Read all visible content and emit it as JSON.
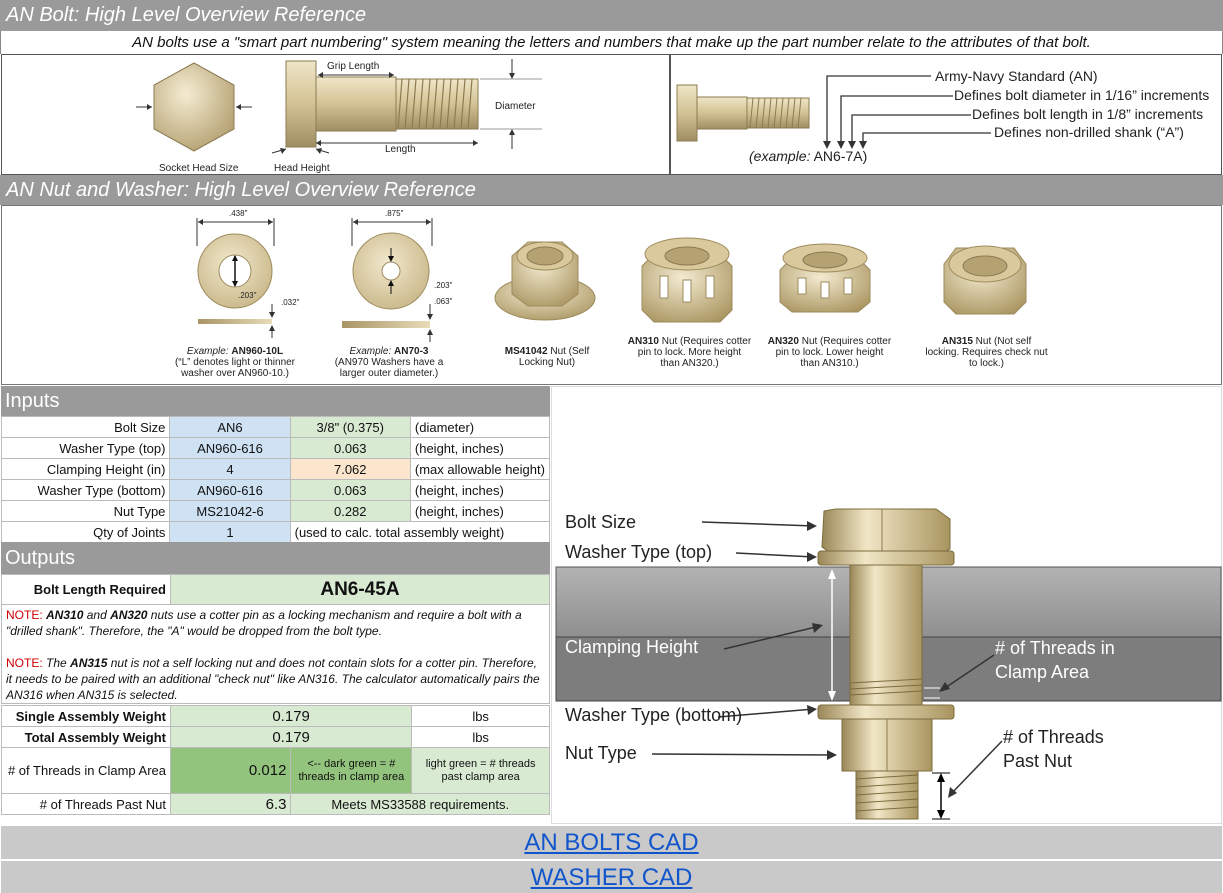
{
  "header1": "AN Bolt: High Level Overview Reference",
  "intro": "AN bolts use a \"smart part numbering\" system meaning the letters and numbers that make up the part number relate to the attributes of that bolt.",
  "bolt_left": {
    "grip_length": "Grip Length",
    "diameter": "Diameter",
    "length": "Length",
    "socket_head": "Socket Head Size",
    "head_height": "Head Height"
  },
  "bolt_right": {
    "army_navy": "Army-Navy Standard (AN)",
    "diameter_inc": "Defines bolt diameter in 1/16” increments",
    "length_inc": "Defines bolt length in 1/8” increments",
    "non_drilled": "Defines non-drilled shank (“A”)",
    "example_prefix": "(example:",
    "example_value": "AN6-7A)"
  },
  "header2": "AN Nut and Washer: High Level Overview Reference",
  "washers": {
    "w1_od": ".438\"",
    "w1_id": ".203\"",
    "w1_t": ".032\"",
    "w2_od": ".875\"",
    "w2_id": ".203\"",
    "w2_t": ".063\""
  },
  "nut_captions": [
    {
      "prefix": "Example:",
      "bold": "AN960-10L",
      "rest": "(“L” denotes light or thinner washer over AN960-10.)"
    },
    {
      "prefix": "Example:",
      "bold": "AN70-3",
      "rest": "(AN970 Washers have a larger outer diameter.)"
    },
    {
      "prefix": "",
      "bold": "MS41042",
      "rest": "Nut (Self Locking Nut)"
    },
    {
      "prefix": "",
      "bold": "AN310",
      "rest": "Nut (Requires cotter pin to lock. More height than AN320.)"
    },
    {
      "prefix": "",
      "bold": "AN320",
      "rest": "Nut (Requires cotter pin to lock. Lower height than AN310.)"
    },
    {
      "prefix": "",
      "bold": "AN315",
      "rest": "Nut (Not self locking. Requires check nut to lock.)"
    }
  ],
  "inputs": {
    "title": "Inputs",
    "rows": [
      {
        "label": "Bolt Size",
        "input": "AN6",
        "value": "3/8\" (0.375)",
        "note": "(diameter)"
      },
      {
        "label": "Washer Type (top)",
        "input": "AN960-616",
        "value": "0.063",
        "note": "(height, inches)"
      },
      {
        "label": "Clamping Height (in)",
        "input": "4",
        "value": "7.062",
        "note": "(max allowable height)"
      },
      {
        "label": "Washer Type (bottom)",
        "input": "AN960-616",
        "value": "0.063",
        "note": "(height, inches)"
      },
      {
        "label": "Nut Type",
        "input": "MS21042-6",
        "value": "0.282",
        "note": "(height, inches)"
      }
    ],
    "qty_label": "Qty of Joints",
    "qty_value": "1",
    "qty_note": "(used to calc. total assembly weight)"
  },
  "outputs": {
    "title": "Outputs",
    "bolt_label": "Bolt Length Required",
    "bolt_value": "AN6-45A",
    "note1_tag": "NOTE:",
    "note1_b1": "AN310",
    "note1_and": "and",
    "note1_b2": "AN320",
    "note1_text": "nuts use a cotter pin as a locking mechanism and require a bolt with a \"drilled shank\". Therefore, the \"A\" would be dropped from the bolt type.",
    "note2_tag": "NOTE:",
    "note2_pre": "The",
    "note2_b": "AN315",
    "note2_text": "nut is not a self locking nut and does not contain slots for a cotter pin. Therefore, it needs to be paired with an additional \"check nut\" like AN316. The calculator automatically pairs the AN316 when AN315 is selected.",
    "single_label": "Single Assembly Weight",
    "single_value": "0.179",
    "single_unit": "lbs",
    "total_label": "Total Assembly Weight",
    "total_value": "0.179",
    "total_unit": "lbs",
    "threads_label": "# of Threads in Clamp Area",
    "threads_value": "0.012",
    "dark_note": "<-- dark green = # threads in clamp area",
    "light_note": "light green = # threads past clamp area",
    "past_label": "# of Threads Past Nut",
    "past_value": "6.3",
    "past_note": "Meets MS33588 requirements."
  },
  "diagram": {
    "bolt_size": "Bolt Size",
    "washer_top": "Washer Type (top)",
    "clamping": "Clamping Height",
    "threads_clamp_1": "# of Threads in",
    "threads_clamp_2": "Clamp Area",
    "washer_bottom": "Washer Type (bottom)",
    "nut_type": "Nut Type",
    "threads_past_1": "# of Threads",
    "threads_past_2": "Past Nut"
  },
  "links": {
    "bolts_cad": "AN BOLTS CAD",
    "washer_cad": "WASHER CAD"
  },
  "colors": {
    "header_gray": "#9a9a9a",
    "input_blue": "#cfe2f3",
    "light_green": "#d9ead3",
    "dark_green": "#93c47d",
    "orange": "#fce5cd",
    "link_blue": "#1155cc",
    "note_red": "#cc0000",
    "metal": "#d8c9a0"
  }
}
